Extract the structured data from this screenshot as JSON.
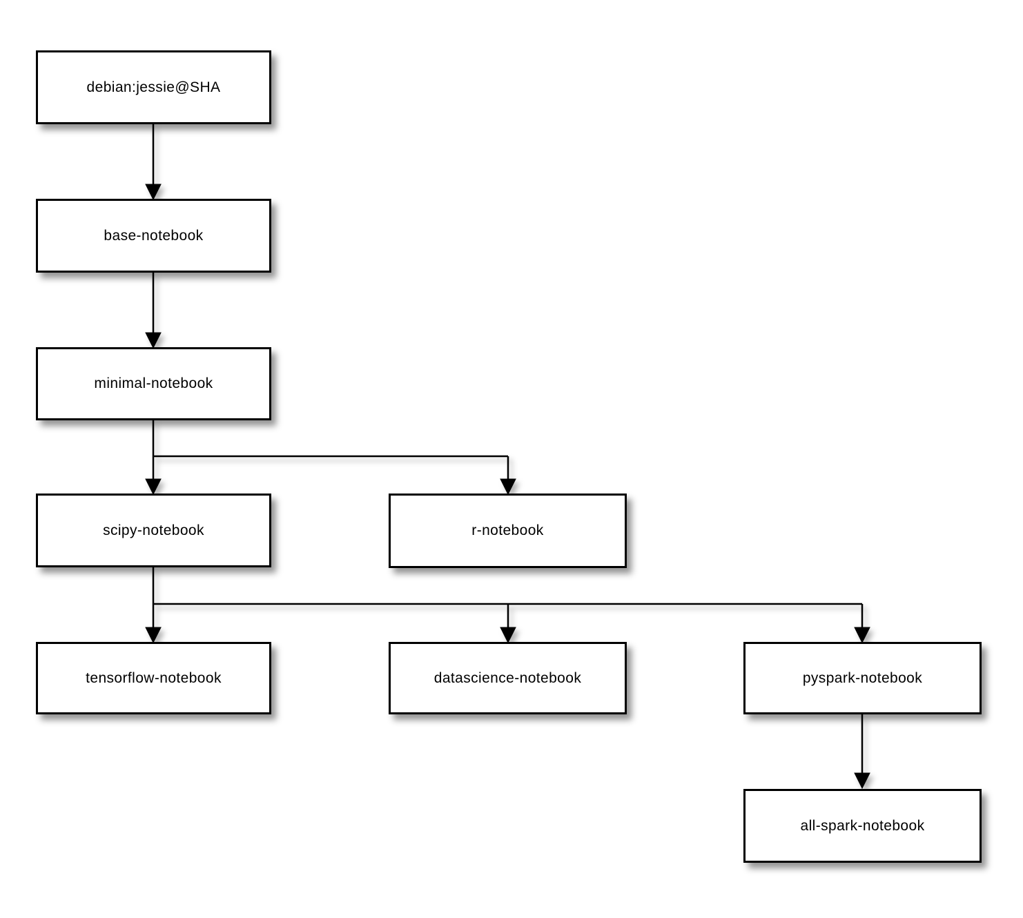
{
  "diagram": {
    "type": "flowchart",
    "background_color": "#ffffff",
    "node_fill_color": "#ffffff",
    "node_border_color": "#000000",
    "connector_color": "#000000",
    "nodes": [
      {
        "id": "debian-jessie",
        "label": "debian:jessie@SHA"
      },
      {
        "id": "base-notebook",
        "label": "base-notebook"
      },
      {
        "id": "minimal-notebook",
        "label": "minimal-notebook"
      },
      {
        "id": "scipy-notebook",
        "label": "scipy-notebook"
      },
      {
        "id": "r-notebook",
        "label": "r-notebook"
      },
      {
        "id": "tensorflow-notebook",
        "label": "tensorflow-notebook"
      },
      {
        "id": "datascience-notebook",
        "label": "datascience-notebook"
      },
      {
        "id": "pyspark-notebook",
        "label": "pyspark-notebook"
      },
      {
        "id": "all-spark-notebook",
        "label": "all-spark-notebook"
      }
    ],
    "edges": [
      {
        "from": "debian-jessie",
        "to": "base-notebook"
      },
      {
        "from": "base-notebook",
        "to": "minimal-notebook"
      },
      {
        "from": "minimal-notebook",
        "to": "scipy-notebook"
      },
      {
        "from": "minimal-notebook",
        "to": "r-notebook"
      },
      {
        "from": "scipy-notebook",
        "to": "tensorflow-notebook"
      },
      {
        "from": "scipy-notebook",
        "to": "datascience-notebook"
      },
      {
        "from": "scipy-notebook",
        "to": "pyspark-notebook"
      },
      {
        "from": "pyspark-notebook",
        "to": "all-spark-notebook"
      }
    ]
  }
}
